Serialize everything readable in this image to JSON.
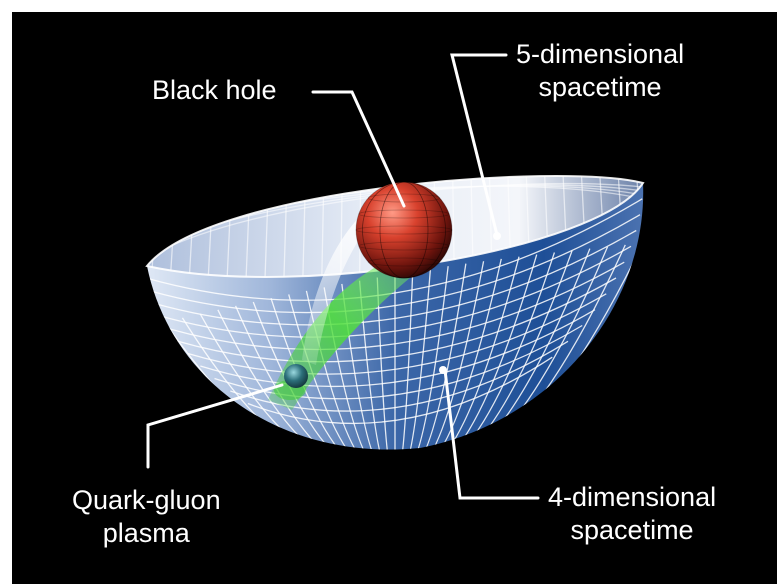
{
  "labels": {
    "black_hole": "Black hole",
    "five_d_line1": "5-dimensional",
    "five_d_line2": "spacetime",
    "four_d_line1": "4-dimensional",
    "four_d_line2": "spacetime",
    "qgp_line1": "Quark-gluon",
    "qgp_line2": "plasma"
  },
  "colors": {
    "background": "#000000",
    "frame": "#ffffff",
    "bowl_blue": "#1e4f97",
    "bowl_light": "#dfe8f5",
    "grid_lines": "#ffffff",
    "black_hole_red": "#c0392b",
    "beam_green": "#3ccf2a",
    "plasma_teal": "#2c6f7a",
    "label_text": "#ffffff"
  },
  "icons": {
    "black_hole": "red-sphere",
    "quark_gluon_plasma": "small-blue-sphere"
  }
}
